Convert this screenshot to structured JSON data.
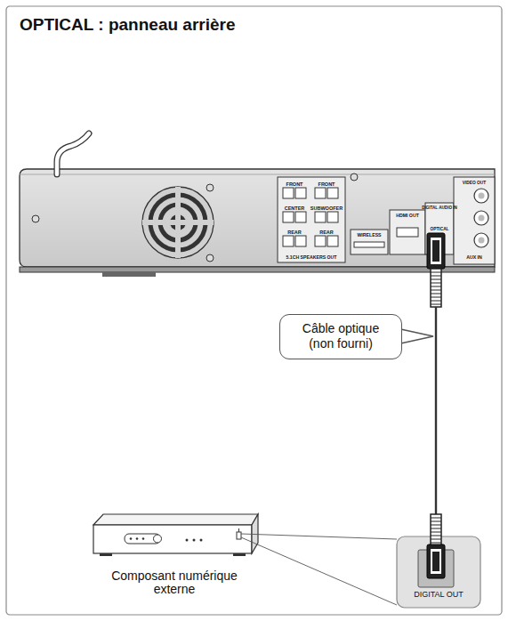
{
  "diagram": {
    "title": "OPTICAL : panneau arrière",
    "nodes": [
      {
        "text": [
          "Câble optique (non fourni)"
        ]
      }
    ],
    "labels": [
      "FRONT",
      "FRONT",
      "CENTER",
      "SUBWOOFER",
      "REAR",
      "REAR",
      "5.1CH SPEAKERS OUT",
      "WIRELESS",
      "HDMI OUT",
      "DIGITAL AUDIO IN",
      "OPTICAL",
      "VIDEO OUT",
      "AUX IN",
      "DIGITAL OUT",
      "Composant numérique externe"
    ]
  }
}
